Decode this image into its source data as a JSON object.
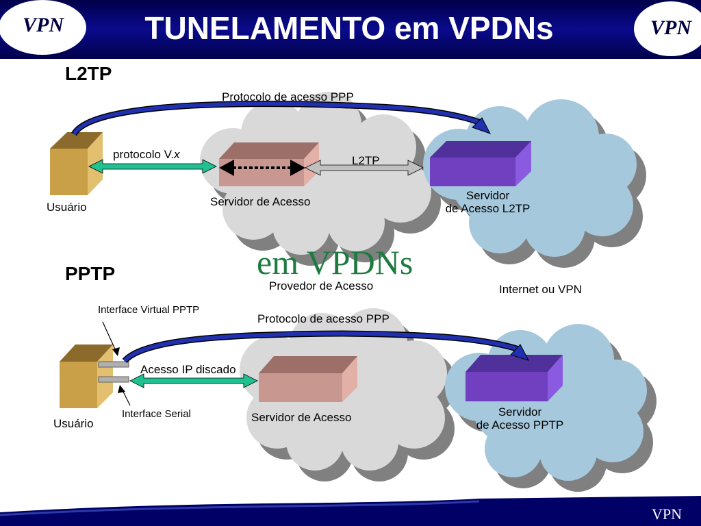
{
  "header": {
    "title": "TUNELAMENTO em VPDNs",
    "logo_left": "VPN",
    "logo_right": "VPN"
  },
  "footer": {
    "logo": "VPN"
  },
  "watermark": "em VPDNs",
  "l2tp": {
    "section_title": "L2TP",
    "ppp_label": "Protocolo de acesso PPP",
    "link_label_prefix": "protocolo V.",
    "link_label_italic": "x",
    "tunnel_label": "L2TP",
    "user_label": "Usuário",
    "access_server_label": "Servidor de Acesso",
    "server_label_line1": "Servidor",
    "server_label_line2": "de Acesso L2TP"
  },
  "pptp": {
    "section_title": "PPTP",
    "virtual_iface_label": "Interface Virtual PPTP",
    "ppp_label": "Protocolo de acesso PPP",
    "link_label": "Acesso IP discado",
    "serial_iface_label": "Interface Serial",
    "user_label": "Usuário",
    "access_server_label": "Servidor de Acesso",
    "server_label_line1": "Servidor",
    "server_label_line2": "de Acesso PPTP"
  },
  "clouds": {
    "provider_label": "Provedor de Acesso",
    "internet_label": "Internet ou VPN"
  },
  "colors": {
    "header_bg": "#000066",
    "gray_cloud": "#d9d9d9",
    "blue_cloud": "#a6c8dc",
    "cloud_shadow": "#808080",
    "user_box": "#c9a048",
    "access_server_box": "#c89890",
    "vpn_server_box": "#7040c0",
    "green_arrow": "#20c090",
    "ppp_arrow": "#2030b0"
  }
}
